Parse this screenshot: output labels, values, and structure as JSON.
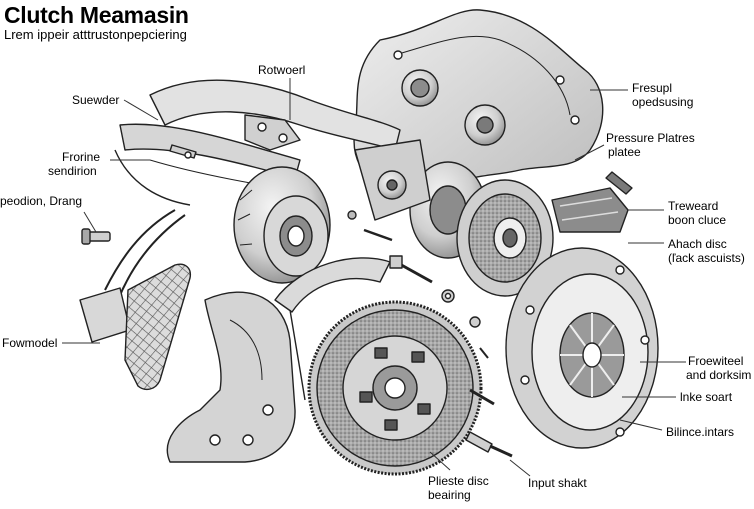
{
  "title": "Clutch Meamasin",
  "subtitle": "Lrem ippeir atttrustonpepciering",
  "colors": {
    "line": "#222222",
    "metal_light": "#e4e4e4",
    "metal_mid": "#bdbdbd",
    "metal_dark": "#7a7a7a",
    "friction": "#9a9a9a"
  },
  "labels": {
    "suewder": "Suewder",
    "rotwoerl": "Rotwoerl",
    "fresupl_1": "Fresupl",
    "fresupl_2": "opedsusing",
    "frorine_1": "Frorine",
    "frorine_2": "sendirion",
    "peodion": "peodion, Drang",
    "pressure_1": "Pressure Platres",
    "pressure_2": "platee",
    "treweard_1": "Treweard",
    "treweard_2": "boon cluce",
    "ahach_1": "Ahach disc",
    "ahach_2": "(ľack ascuists)",
    "fowmodel": "Fowmodel",
    "frowe_1": "Froewiteel",
    "frowe_2": "and dorksim",
    "lnke": "lnke soart",
    "bilince": "Bilince.intars",
    "plieste_1": "Plieste disc",
    "plieste_2": "beairing",
    "input": "Input shakt"
  }
}
